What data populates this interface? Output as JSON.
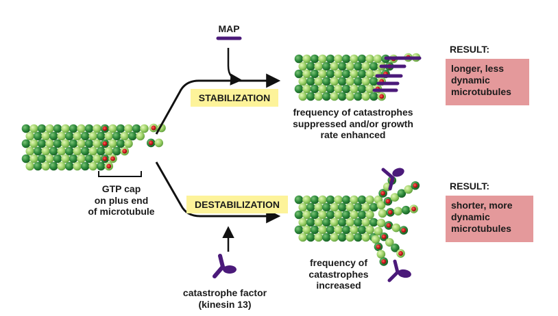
{
  "labels": {
    "map": "MAP",
    "gtp_cap": "GTP cap\non plus end\nof microtubule",
    "stabilization": "STABILIZATION",
    "destabilization": "DESTABILIZATION",
    "stab_effect": "frequency of catastrophes\nsuppressed and/or growth\nrate enhanced",
    "destab_effect": "frequency of\ncatastrophes\nincreased",
    "catastrophe_factor": "catastrophe factor\n(kinesin 13)"
  },
  "results": {
    "top_heading": "RESULT:",
    "top_text": "longer, less\ndynamic\nmicrotubules",
    "bottom_heading": "RESULT:",
    "bottom_text": "shorter, more\ndynamic\nmicrotubules"
  },
  "colors": {
    "dark_green": "#2e8a3c",
    "light_green": "#9fd36a",
    "gtp_red": "#c8151b",
    "purple": "#4b1a7a",
    "highlight": "#fdf39a",
    "result_box": "#e4999b"
  }
}
